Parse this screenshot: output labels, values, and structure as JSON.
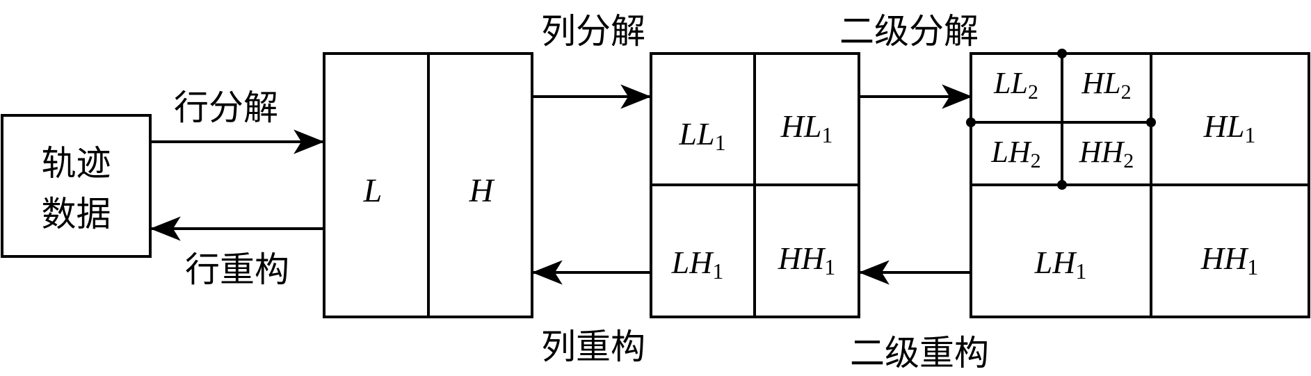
{
  "source_box": {
    "line1": "轨迹",
    "line2": "数据"
  },
  "arrows": {
    "row_decompose": "行分解",
    "row_reconstruct": "行重构",
    "col_decompose": "列分解",
    "col_reconstruct": "列重构",
    "level2_decompose": "二级分解",
    "level2_reconstruct": "二级重构"
  },
  "stage1": {
    "left": "L",
    "right": "H"
  },
  "stage2": {
    "ll": {
      "base": "LL",
      "sub": "1"
    },
    "hl": {
      "base": "HL",
      "sub": "1"
    },
    "lh": {
      "base": "LH",
      "sub": "1"
    },
    "hh": {
      "base": "HH",
      "sub": "1"
    }
  },
  "stage3": {
    "ll2": {
      "base": "LL",
      "sub": "2"
    },
    "hl2": {
      "base": "HL",
      "sub": "2"
    },
    "lh2": {
      "base": "LH",
      "sub": "2"
    },
    "hh2": {
      "base": "HH",
      "sub": "2"
    },
    "hl1": {
      "base": "HL",
      "sub": "1"
    },
    "lh1": {
      "base": "LH",
      "sub": "1"
    },
    "hh1": {
      "base": "HH",
      "sub": "1"
    }
  }
}
